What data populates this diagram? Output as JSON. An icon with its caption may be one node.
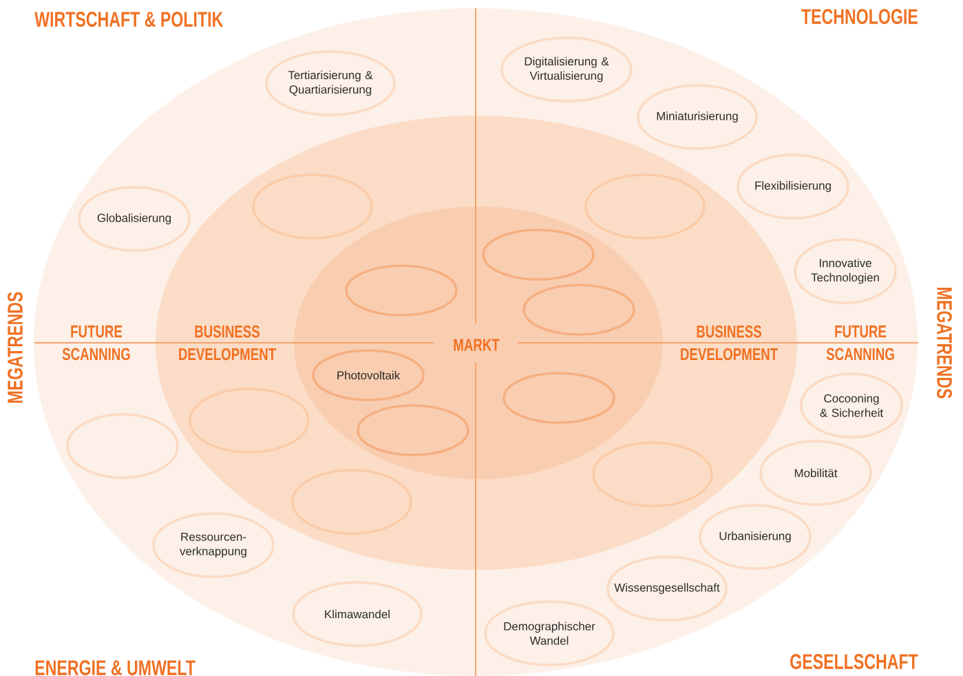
{
  "diagram": {
    "nodes": [
      {
        "text": [
          "FUTURE SCANNING",
          "FUTURE SCANNING"
        ]
      },
      {
        "text": [
          "BUSINESS DEVELOPMENT",
          "BUSINESS DEVELOPMENT"
        ],
        "in": 0
      },
      {
        "text": [
          "MARKT"
        ],
        "in": 1
      },
      {
        "text": [
          "Digitalisierung & Virtualisierung"
        ],
        "in": 0
      },
      {
        "text": [
          "Tertiarisierung & Quartiarisierung"
        ],
        "in": 0
      },
      {
        "text": [
          "Miniaturisierung"
        ],
        "in": 0
      },
      {
        "text": [
          "Flexibilisierung"
        ],
        "in": 0
      },
      {
        "text": [],
        "shape": "ellipse",
        "in": 1
      },
      {
        "text": [],
        "shape": "ellipse",
        "in": 1
      },
      {
        "text": [
          "Globalisierung"
        ],
        "in": 0
      },
      {
        "text": [],
        "shape": "ellipse",
        "in": 2
      },
      {
        "text": [
          "Innovative Technologien"
        ],
        "in": 0
      },
      {
        "text": [],
        "shape": "ellipse",
        "in": 2
      },
      {
        "text": [],
        "shape": "ellipse",
        "in": 2
      },
      {
        "text": [
          "Photovoltaik"
        ],
        "in": 2
      },
      {
        "text": [],
        "shape": "ellipse",
        "in": 2
      },
      {
        "text": [
          "Cocooning & Sicherheit"
        ],
        "in": 0
      },
      {
        "text": [],
        "shape": "ellipse",
        "in": 1
      },
      {
        "text": [],
        "shape": "ellipse",
        "in": 2
      },
      {
        "text": [],
        "shape": "ellipse",
        "in": 0
      },
      {
        "text": [
          "Mobilität"
        ],
        "in": 0
      },
      {
        "text": [],
        "shape": "ellipse",
        "in": 1
      },
      {
        "text": [],
        "shape": "ellipse",
        "in": 1
      },
      {
        "text": [
          "Urbanisierung"
        ],
        "in": 0
      },
      {
        "text": [
          "Ressourcen- verknappung"
        ],
        "in": 0
      },
      {
        "text": [
          "Wissensgesellschaft"
        ],
        "in": 0
      },
      {
        "text": [
          "Klimawandel"
        ],
        "in": 0
      },
      {
        "text": [
          "Demographischer Wandel"
        ],
        "in": 0
      }
    ],
    "labels": [
      "WIRTSCHAFT & POLITIK",
      "TECHNOLOGIE",
      "MEGATRENDS",
      "MEGATRENDS",
      "ENERGIE & UMWELT",
      "GESELLSCHAFT"
    ]
  }
}
